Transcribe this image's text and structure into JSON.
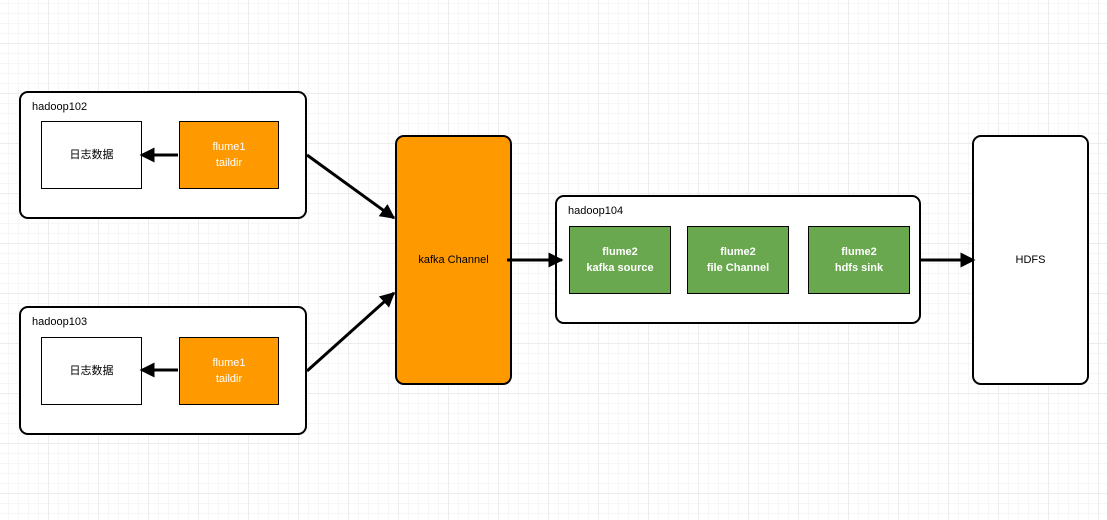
{
  "hosts": {
    "hadoop102": {
      "label": "hadoop102",
      "log": "日志数据",
      "flume_line1": "flume1",
      "flume_line2": "taildir"
    },
    "hadoop103": {
      "label": "hadoop103",
      "log": "日志数据",
      "flume_line1": "flume1",
      "flume_line2": "taildir"
    },
    "hadoop104": {
      "label": "hadoop104",
      "source_line1": "flume2",
      "source_line2": "kafka source",
      "channel_line1": "flume2",
      "channel_line2": "file Channel",
      "sink_line1": "flume2",
      "sink_line2": "hdfs sink"
    }
  },
  "kafka_channel": "kafka Channel",
  "hdfs": "HDFS",
  "colors": {
    "orange": "#ff9900",
    "green": "#6aa84f",
    "stroke": "#000000"
  }
}
